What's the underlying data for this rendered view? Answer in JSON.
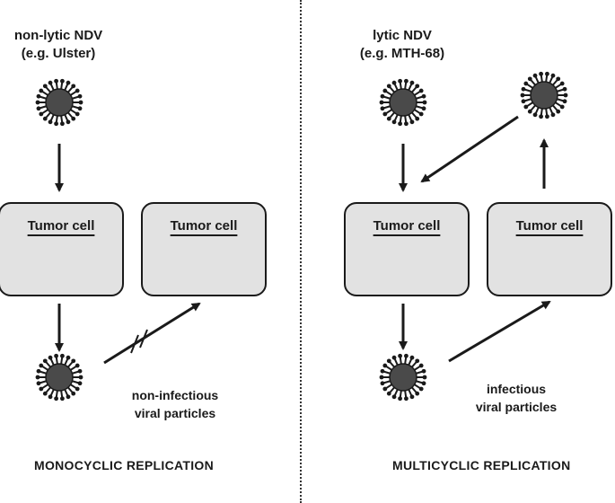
{
  "left_panel": {
    "virus_label_line1": "non-lytic NDV",
    "virus_label_line2": "(e.g. Ulster)",
    "cell_a_label": "Tumor cell",
    "cell_b_label": "Tumor cell",
    "particles_label_line1": "non-infectious",
    "particles_label_line2": "viral particles",
    "caption": "MONOCYCLIC REPLICATION"
  },
  "right_panel": {
    "virus_label_line1": "lytic NDV",
    "virus_label_line2": "(e.g. MTH-68)",
    "cell_a_label": "Tumor cell",
    "cell_b_label": "Tumor cell",
    "particles_label_line1": "infectious",
    "particles_label_line2": "viral particles",
    "caption": "MULTICYCLIC REPLICATION"
  },
  "colors": {
    "cell_fill": "#e2e2e2",
    "virus_core": "#4a4a4a",
    "stroke": "#1a1a1a"
  }
}
